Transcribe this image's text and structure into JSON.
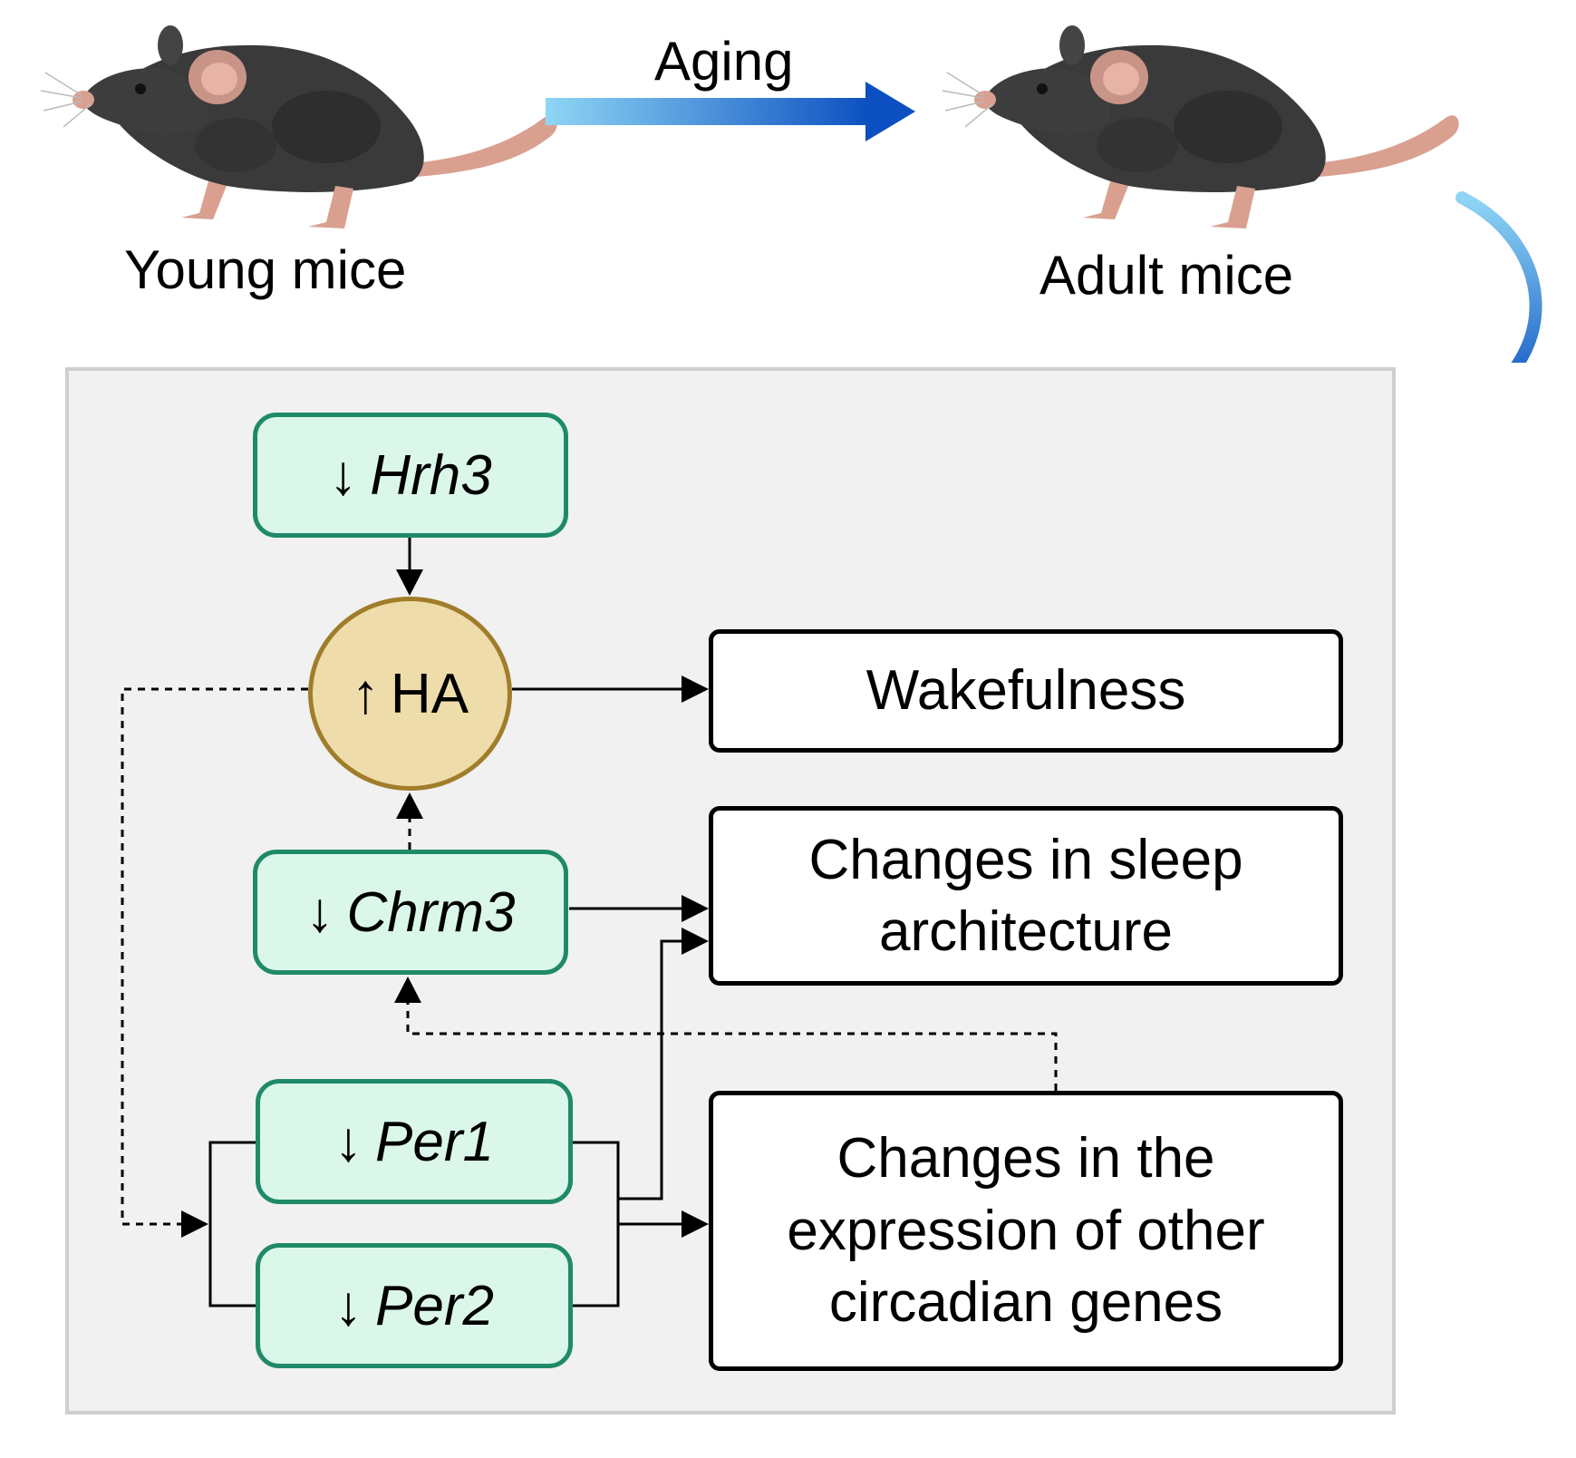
{
  "top": {
    "young_label": "Young mice",
    "aging_label": "Aging",
    "adult_label": "Adult mice"
  },
  "nodes": {
    "hrh3": {
      "arrow": "↓",
      "name": "Hrh3"
    },
    "ha": {
      "arrow": "↑",
      "name": "HA"
    },
    "chrm3": {
      "arrow": "↓",
      "name": "Chrm3"
    },
    "per1": {
      "arrow": "↓",
      "name": "Per1"
    },
    "per2": {
      "arrow": "↓",
      "name": "Per2"
    }
  },
  "outcomes": {
    "wakefulness": {
      "line1": "Wakefulness"
    },
    "sleep": {
      "line1": "Changes in sleep",
      "line2": "architecture"
    },
    "circadian": {
      "line1": "Changes in the",
      "line2": "expression of other",
      "line3": "circadian genes"
    }
  },
  "colors": {
    "gene_fill": "#dbf7ea",
    "gene_border": "#1f8a68",
    "ha_fill": "#eedcab",
    "ha_border": "#a07d2a",
    "arrow_gradient_start": "#8fd6f5",
    "arrow_gradient_end": "#0b4fc0",
    "mouse_body": "#3a3a3a",
    "mouse_skin": "#d9a090"
  },
  "icons": {
    "young_mouse": "mouse-icon",
    "adult_mouse": "mouse-icon",
    "aging_arrow": "right-arrow-icon",
    "curved_arrow": "curved-down-arrow-icon"
  }
}
